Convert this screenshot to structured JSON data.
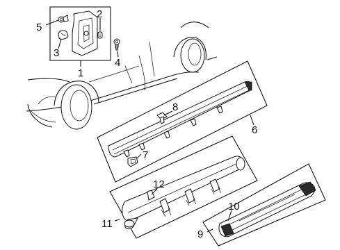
{
  "diagram": {
    "callouts": {
      "c1": "1",
      "c2": "2",
      "c3": "3",
      "c4": "4",
      "c5": "5",
      "c6": "6",
      "c7": "7",
      "c8": "8",
      "c9": "9",
      "c10": "10",
      "c11": "11",
      "c12": "12"
    }
  },
  "colors": {
    "line": "#111111",
    "background": "#ffffff"
  }
}
